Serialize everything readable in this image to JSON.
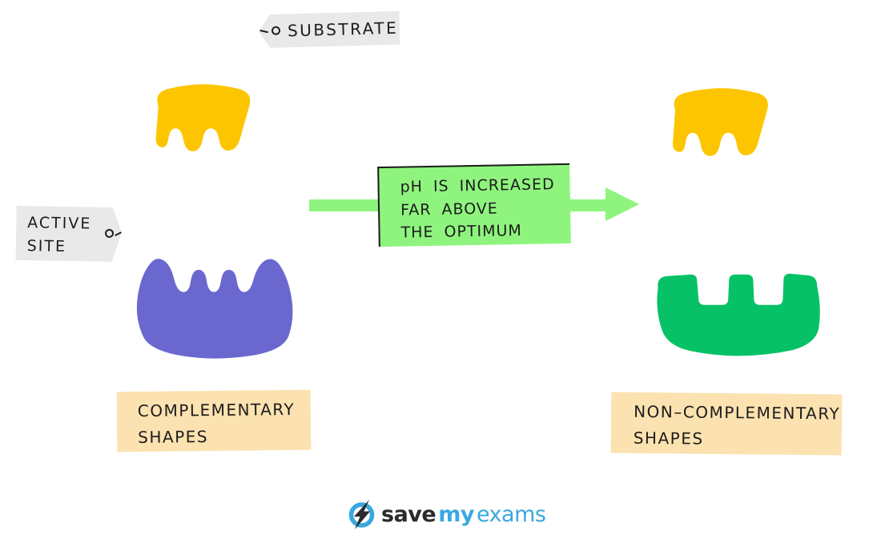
{
  "colors": {
    "background": "#ffffff",
    "substrate_yellow": "#FDC500",
    "enzyme_purple": "#6A68CF",
    "enzyme_green": "#07C167",
    "process_green": "#8FF47E",
    "arrow_green": "#8FF47E",
    "caption_peach": "#FBE2B0",
    "tag_gray": "#E9E9E9",
    "text_dark": "#1C1C1C",
    "logo_blue": "#38A8DF",
    "logo_dark": "#2B2B2B"
  },
  "tags": {
    "substrate": "SUBSTRATE",
    "active_site": [
      "ACTIVE",
      "SITE"
    ]
  },
  "process": {
    "lines": [
      "pH IS INCREASED",
      "FAR ABOVE",
      "THE OPTIMUM"
    ]
  },
  "captions": {
    "left": [
      "COMPLEMENTARY",
      "SHAPES"
    ],
    "right": [
      "NON–COMPLEMENTARY",
      "SHAPES"
    ]
  },
  "logo": {
    "save": "save",
    "my": "my",
    "exams": "exams"
  }
}
